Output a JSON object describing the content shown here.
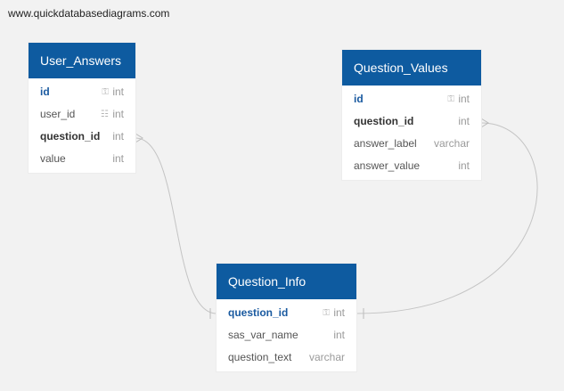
{
  "watermark": "www.quickdatabasediagrams.com",
  "tables": {
    "user_answers": {
      "title": "User_Answers",
      "fields": [
        {
          "name": "id",
          "type": "int"
        },
        {
          "name": "user_id",
          "type": "int"
        },
        {
          "name": "question_id",
          "type": "int"
        },
        {
          "name": "value",
          "type": "int"
        }
      ]
    },
    "question_values": {
      "title": "Question_Values",
      "fields": [
        {
          "name": "id",
          "type": "int"
        },
        {
          "name": "question_id",
          "type": "int"
        },
        {
          "name": "answer_label",
          "type": "varchar"
        },
        {
          "name": "answer_value",
          "type": "int"
        }
      ]
    },
    "question_info": {
      "title": "Question_Info",
      "fields": [
        {
          "name": "question_id",
          "type": "int"
        },
        {
          "name": "sas_var_name",
          "type": "int"
        },
        {
          "name": "question_text",
          "type": "varchar"
        }
      ]
    }
  },
  "relationships": [
    {
      "from": "User_Answers.question_id",
      "to": "Question_Info.question_id",
      "type": "many-to-one"
    },
    {
      "from": "Question_Values.question_id",
      "to": "Question_Info.question_id",
      "type": "many-to-one"
    }
  ],
  "colors": {
    "header": "#0e5ba0",
    "primary_key": "#1a5aa0",
    "connector": "#c4c4c4",
    "background": "#f2f2f2"
  }
}
